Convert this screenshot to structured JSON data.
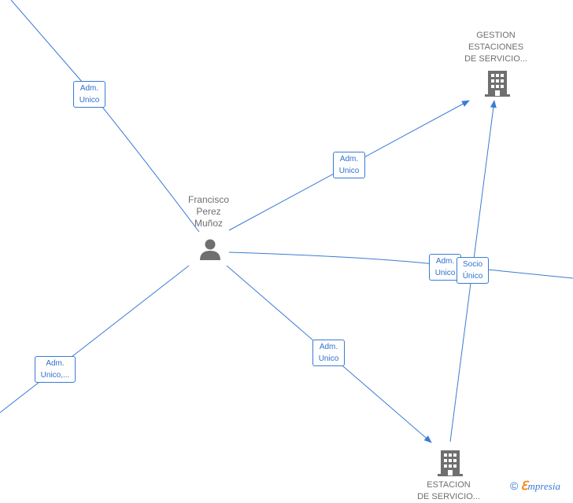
{
  "nodes": {
    "person": {
      "label": "Francisco\nPerez\nMuñoz",
      "icon": "person-icon"
    },
    "company_top": {
      "label": "GESTION\nESTACIONES\nDE SERVICIO...",
      "icon": "building-icon"
    },
    "company_bottom": {
      "label": "ESTACION\nDE SERVICIO...",
      "icon": "building-icon"
    }
  },
  "edges": {
    "top_left": "Adm.\nUnico",
    "to_gestion": "Adm.\nUnico",
    "to_right": "Adm.\nUnico",
    "socio": "Socio\nÚnico",
    "to_estacion": "Adm.\nUnico",
    "bottom_left": "Adm.\nUnico,..."
  },
  "colors": {
    "edge": "#3a7bd5",
    "icon": "#6f6f6f",
    "label": "#6f6f6f",
    "brand_e": "#f0891a"
  },
  "brand": {
    "copyright": "©",
    "e": "ℇ",
    "name": "mpresia"
  }
}
